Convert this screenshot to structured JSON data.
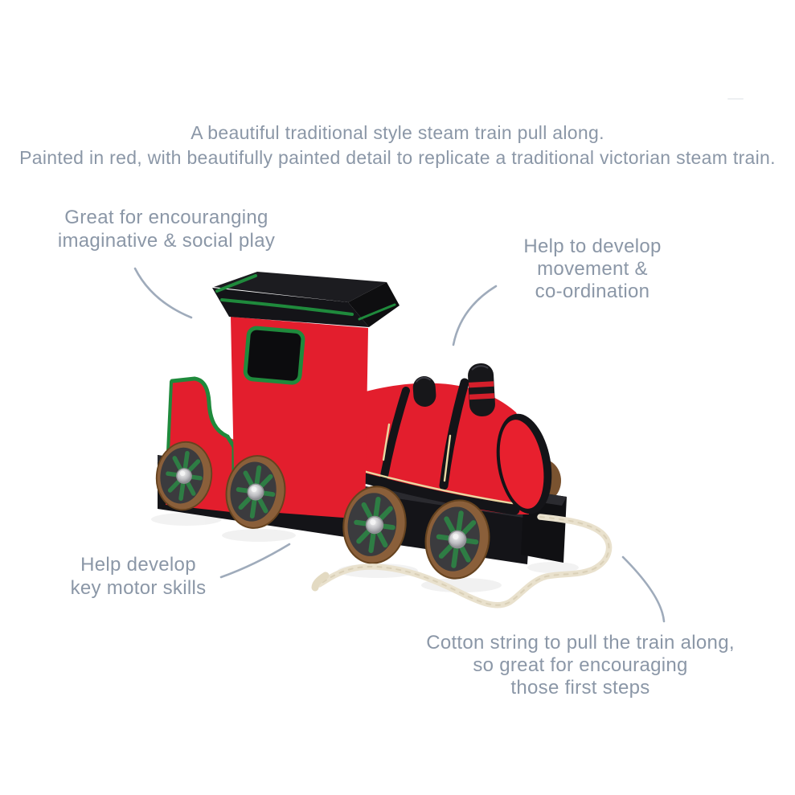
{
  "page": {
    "background": "#ffffff",
    "description": "Annotated product image of a wooden pull-along steam train toy"
  },
  "header": {
    "line1": "A beautiful traditional style steam train pull along.",
    "line2": "Painted in red, with beautifully painted detail to replicate a traditional victorian steam train."
  },
  "callouts": {
    "imaginative_play": {
      "line1": "Great for encouranging",
      "line2": "imaginative & social play"
    },
    "movement": {
      "line1": "Help to develop",
      "line2": "movement &",
      "line3": "co-ordination"
    },
    "motor_skills": {
      "line1": "Help develop",
      "line2": "key motor skills"
    },
    "cotton_string": {
      "line1": "Cotton string to pull the train along,",
      "line2": "so great for encouraging",
      "line3": "those first steps"
    }
  },
  "product": {
    "name": "traditional steam train pull along toy"
  },
  "colors": {
    "text": "#8b97a7",
    "swoosh": "#9fabbb",
    "train_red": "#e31e2d",
    "train_red_bright": "#e8202e",
    "black": "#141418",
    "roof_black": "#1c1c20",
    "trim_green": "#1f8a3c",
    "wheel_brown": "#8a5f3a",
    "wheel_brown_edge": "#66431f",
    "wheel_face": "#3b3b3e",
    "spoke_green": "#2e7d44",
    "gold_stripe": "#e9d8a2",
    "string_cream": "#e9e1cd",
    "funnel_stripe_red": "#d41f2b"
  }
}
